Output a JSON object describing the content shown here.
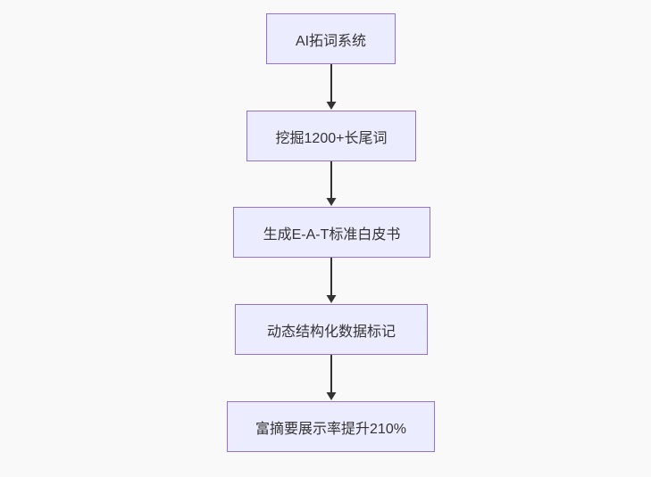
{
  "diagram": {
    "type": "flowchart",
    "direction": "top-down",
    "nodes": [
      {
        "id": "n1",
        "label": "AI拓词系统"
      },
      {
        "id": "n2",
        "label": "挖掘1200+长尾词"
      },
      {
        "id": "n3",
        "label": "生成E-A-T标准白皮书"
      },
      {
        "id": "n4",
        "label": "动态结构化数据标记"
      },
      {
        "id": "n5",
        "label": "富摘要展示率提升210%"
      }
    ],
    "edges": [
      {
        "from": "n1",
        "to": "n2"
      },
      {
        "from": "n2",
        "to": "n3"
      },
      {
        "from": "n3",
        "to": "n4"
      },
      {
        "from": "n4",
        "to": "n5"
      }
    ],
    "colors": {
      "background": "#f9f9f9",
      "node_fill": "#ececff",
      "node_border": "#9370db",
      "node_text": "#333333",
      "arrow": "#333333"
    }
  }
}
